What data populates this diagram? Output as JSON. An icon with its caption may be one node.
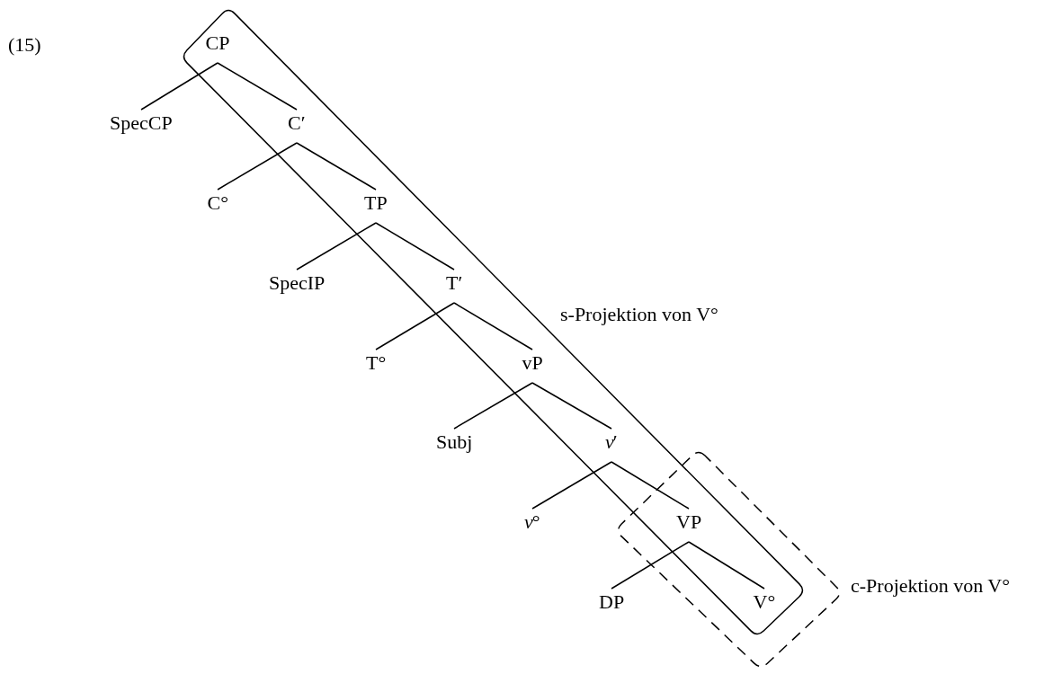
{
  "diagram": {
    "nodes": [
      {
        "text": [
          "CP"
        ]
      },
      {
        "text": [
          "SpecCP"
        ]
      },
      {
        "text": [
          "C′"
        ]
      },
      {
        "text": [
          "C°"
        ]
      },
      {
        "text": [
          "TP"
        ]
      },
      {
        "text": [
          "SpecIP"
        ]
      },
      {
        "text": [
          "T′"
        ]
      },
      {
        "text": [
          "T°"
        ]
      },
      {
        "text": [
          "vP"
        ]
      },
      {
        "text": [
          "Subj"
        ]
      },
      {
        "text": [
          "*v*′"
        ]
      },
      {
        "text": [
          "*v*°"
        ]
      },
      {
        "text": [
          "VP"
        ]
      },
      {
        "text": [
          "DP"
        ]
      },
      {
        "text": [
          "V°"
        ]
      }
    ],
    "edges": [
      {
        "from": 0,
        "to": 1,
        "arrow": "none"
      },
      {
        "from": 0,
        "to": 2,
        "arrow": "none"
      },
      {
        "from": 2,
        "to": 3,
        "arrow": "none"
      },
      {
        "from": 2,
        "to": 4,
        "arrow": "none"
      },
      {
        "from": 4,
        "to": 5,
        "arrow": "none"
      },
      {
        "from": 4,
        "to": 6,
        "arrow": "none"
      },
      {
        "from": 6,
        "to": 7,
        "arrow": "none"
      },
      {
        "from": 6,
        "to": 8,
        "arrow": "none"
      },
      {
        "from": 8,
        "to": 9,
        "arrow": "none"
      },
      {
        "from": 8,
        "to": 10,
        "arrow": "none"
      },
      {
        "from": 10,
        "to": 11,
        "arrow": "none"
      },
      {
        "from": 10,
        "to": 12,
        "arrow": "none"
      },
      {
        "from": 12,
        "to": 13,
        "arrow": "none"
      },
      {
        "from": 12,
        "to": 14,
        "arrow": "none"
      }
    ],
    "labels": [
      "(15)",
      "s-Projektion von V°",
      "c-Projektion von V°"
    ]
  }
}
